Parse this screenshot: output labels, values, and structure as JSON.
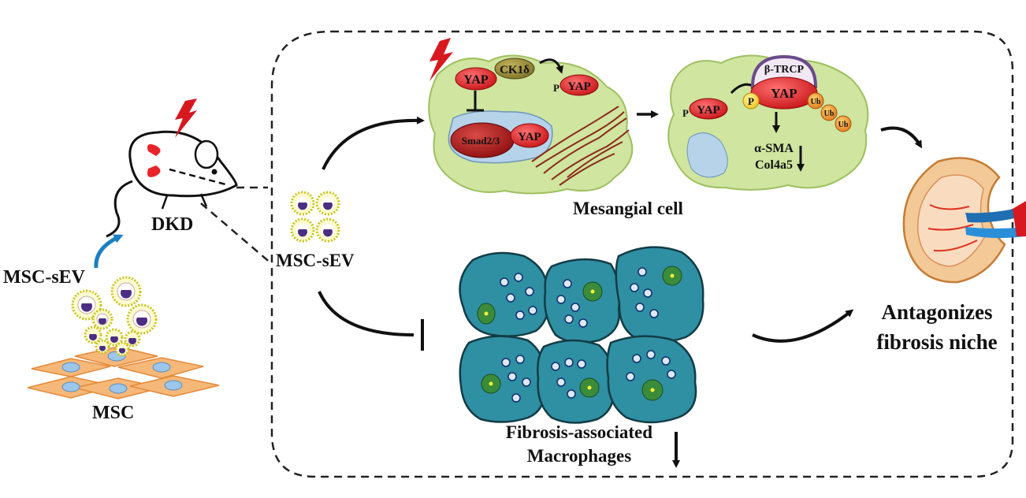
{
  "labels": {
    "msc": "MSC",
    "msc_sev_left": "MSC-sEV",
    "dkd": "DKD",
    "msc_sev_center": "MSC-sEV",
    "mesangial_cell": "Mesangial cell",
    "macrophages_line1": "Fibrosis-associated",
    "macrophages_line2": "Macrophages",
    "antagonizes_line1": "Antagonizes",
    "antagonizes_line2": "fibrosis niche"
  },
  "cell1": {
    "yap": "YAP",
    "ck1d": "CK1δ",
    "p": "P",
    "yap_p": "YAP",
    "smad": "Smad2/3",
    "yap_nuc": "YAP"
  },
  "cell2": {
    "p": "P",
    "yap": "YAP",
    "btrcp": "β-TRCP",
    "yap_main": "YAP",
    "p2": "P",
    "ub": "Ub",
    "asma": "α-SMA",
    "col4a5": "Col4a5"
  },
  "colors": {
    "cell_green": "#cfe5a0",
    "yap_red": "#e8252a",
    "macrophage_teal": "#2f8fa3",
    "msc_orange": "#f6b878",
    "nucleus_blue": "#a9cde8",
    "fiber_brown": "#8b2a1a"
  }
}
